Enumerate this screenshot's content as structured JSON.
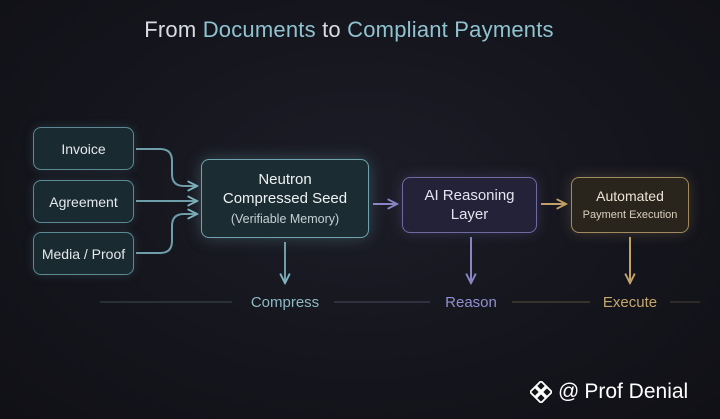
{
  "title": {
    "part1": "From ",
    "part2": "Documents",
    "part3": " to ",
    "part4": "Compliant Payments"
  },
  "sources": {
    "invoice": "Invoice",
    "agreement": "Agreement",
    "media": "Media / Proof"
  },
  "neutron": {
    "line1": "Neutron",
    "line2": "Compressed Seed",
    "line3": "(Verifiable Memory)"
  },
  "ai": {
    "line1": "AI Reasoning",
    "line2": "Layer"
  },
  "automated": {
    "line1": "Automated",
    "line2": "Payment Execution"
  },
  "stages": {
    "compress": "Compress",
    "reason": "Reason",
    "execute": "Execute"
  },
  "watermark": {
    "at": "@",
    "name": "Prof Denial",
    "logo_icon": "binance-diamond-icon"
  },
  "colors": {
    "teal": "#8fc3d0",
    "purple": "#928fd0",
    "gold": "#c5a66c",
    "background": "#15151d"
  }
}
